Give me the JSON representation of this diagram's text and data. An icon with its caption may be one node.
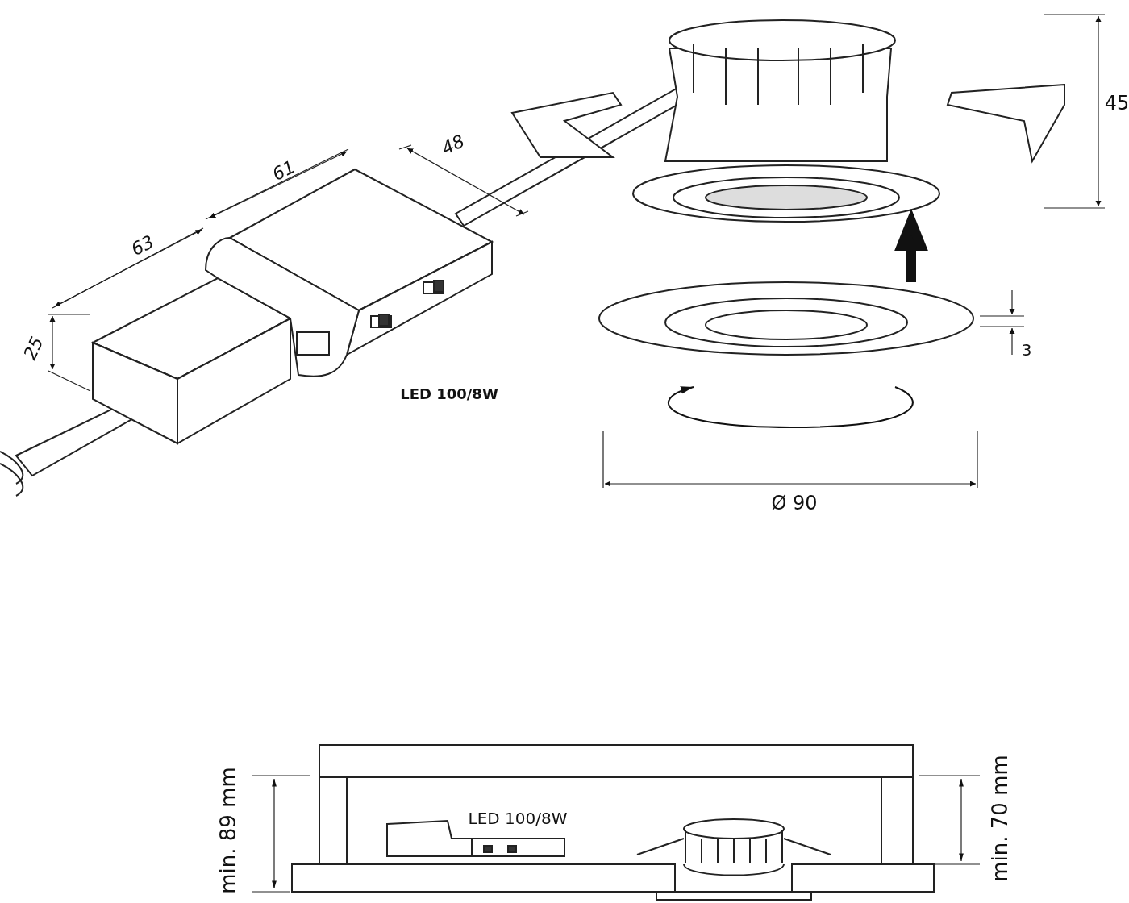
{
  "diagram": {
    "labels": [
      "45",
      "48",
      "61",
      "63",
      "25",
      "3",
      "LED 100/8W",
      "Ø 90",
      "min. 89 mm",
      "LED 100/8W",
      "min. 70 mm"
    ]
  }
}
